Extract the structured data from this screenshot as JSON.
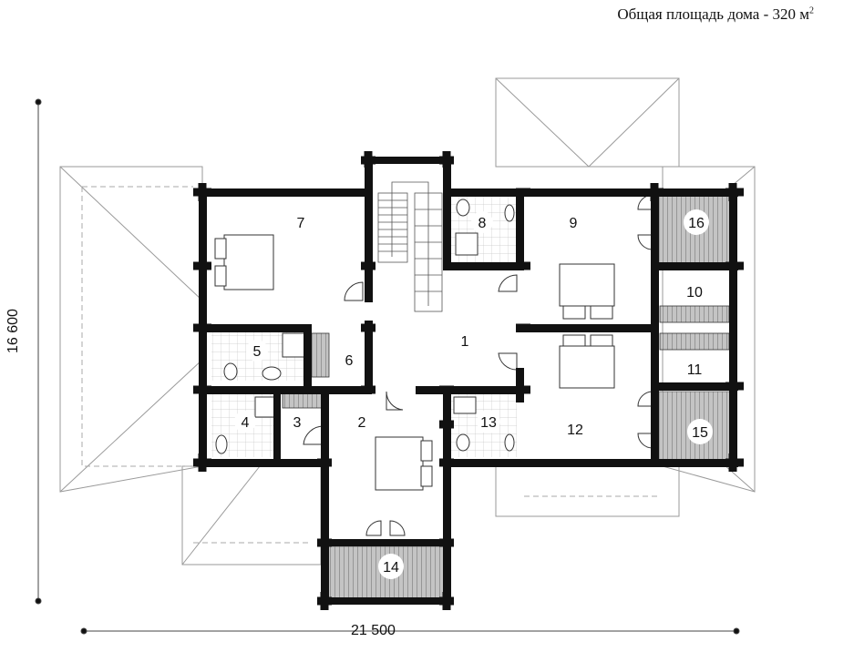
{
  "header": {
    "area_text": "Общая площадь дома - 320 м",
    "area_unit_sup": "2"
  },
  "dimensions": {
    "width": "21 500",
    "height": "16 600"
  },
  "rooms": [
    {
      "label": "1"
    },
    {
      "label": "2"
    },
    {
      "label": "3"
    },
    {
      "label": "4"
    },
    {
      "label": "5"
    },
    {
      "label": "6"
    },
    {
      "label": "7"
    },
    {
      "label": "8"
    },
    {
      "label": "9"
    },
    {
      "label": "10"
    },
    {
      "label": "11"
    },
    {
      "label": "12"
    },
    {
      "label": "13"
    },
    {
      "label": "14"
    },
    {
      "label": "15"
    },
    {
      "label": "16"
    }
  ],
  "colors": {
    "wall": "#111111",
    "roof_line": "#9a9a9a",
    "terrace_fill": "#bdbdbd",
    "room_marker": "#ffffff"
  }
}
